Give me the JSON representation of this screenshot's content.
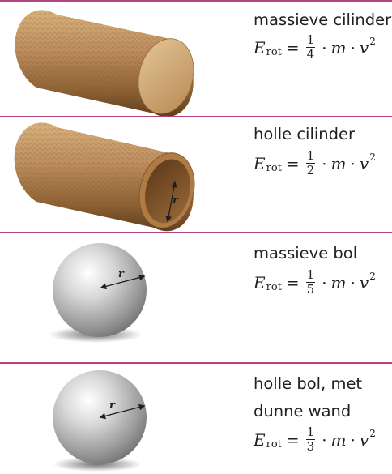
{
  "items": [
    {
      "label": "massieve cilinder",
      "formula": {
        "symbol": "E",
        "sub": "rot",
        "eq": "=",
        "num": "1",
        "den": "4",
        "dot1": "·",
        "m": "m",
        "dot2": "·",
        "v": "v",
        "sq": "2"
      }
    },
    {
      "label": "holle cilinder",
      "radius_label": "r",
      "formula": {
        "symbol": "E",
        "sub": "rot",
        "eq": "=",
        "num": "1",
        "den": "2",
        "dot1": "·",
        "m": "m",
        "dot2": "·",
        "v": "v",
        "sq": "2"
      }
    },
    {
      "label": "massieve bol",
      "radius_label": "r",
      "formula": {
        "symbol": "E",
        "sub": "rot",
        "eq": "=",
        "num": "1",
        "den": "5",
        "dot1": "·",
        "m": "m",
        "dot2": "·",
        "v": "v",
        "sq": "2"
      }
    },
    {
      "label_line1": "holle bol, met",
      "label_line2": "dunne wand",
      "radius_label": "r",
      "formula": {
        "symbol": "E",
        "sub": "rot",
        "eq": "=",
        "num": "1",
        "den": "3",
        "dot1": "·",
        "m": "m",
        "dot2": "·",
        "v": "v",
        "sq": "2"
      }
    }
  ],
  "colors": {
    "rule": "#b0457f",
    "wood": "#b88a54",
    "sphere": "#cfcfcf"
  }
}
